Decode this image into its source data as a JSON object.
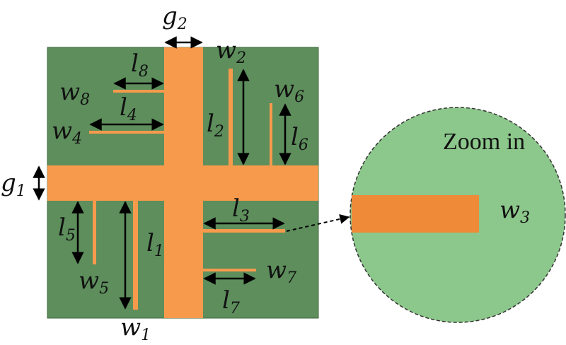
{
  "colors": {
    "substrate": "#5d8e5c",
    "metal": "#f89a4c",
    "zoom_fill": "#8cc78b",
    "zoom_strip": "#ef8a38",
    "arrow": "#000000"
  },
  "labels": {
    "g1": {
      "base": "g",
      "sub": "1"
    },
    "g2": {
      "base": "g",
      "sub": "2"
    },
    "l1": {
      "base": "l",
      "sub": "1"
    },
    "l2": {
      "base": "l",
      "sub": "2"
    },
    "l3": {
      "base": "l",
      "sub": "3"
    },
    "l4": {
      "base": "l",
      "sub": "4"
    },
    "l5": {
      "base": "l",
      "sub": "5"
    },
    "l6": {
      "base": "l",
      "sub": "6"
    },
    "l7": {
      "base": "l",
      "sub": "7"
    },
    "l8": {
      "base": "l",
      "sub": "8"
    },
    "w1": {
      "base": "w",
      "sub": "1"
    },
    "w2": {
      "base": "w",
      "sub": "2"
    },
    "w3": {
      "base": "w",
      "sub": "3"
    },
    "w4": {
      "base": "w",
      "sub": "4"
    },
    "w5": {
      "base": "w",
      "sub": "5"
    },
    "w6": {
      "base": "w",
      "sub": "6"
    },
    "w7": {
      "base": "w",
      "sub": "7"
    },
    "w8": {
      "base": "w",
      "sub": "8"
    }
  },
  "zoom_label": "Zoom in"
}
